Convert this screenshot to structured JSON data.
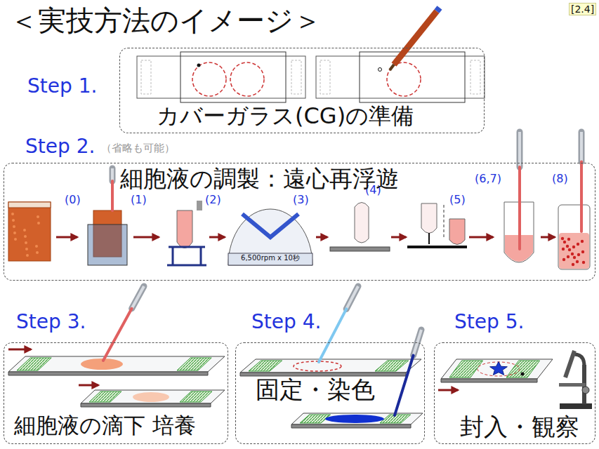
{
  "diagram": {
    "title": "＜実技方法のイメージ＞",
    "nodes": [
      {
        "text": [
          "Step 1.",
          "カバーガラス(CG)の準備"
        ]
      },
      {
        "text": [
          "Step 2.",
          "（省略も可能）",
          "細胞液の調製：遠心再浮遊"
        ]
      },
      {
        "text": [
          "Step 3.",
          "細胞液の滴下 培養"
        ]
      },
      {
        "text": [
          "Step 4.",
          "固定・染色"
        ]
      },
      {
        "text": [
          "Step 5.",
          "封入・観察"
        ]
      }
    ],
    "labels": [
      "[2.4]",
      "(0)",
      "(1)",
      "(2)",
      "(3)",
      "(4)",
      "(5)",
      "(6,7)",
      "(8)",
      "6,500rpm x 10秒"
    ]
  }
}
